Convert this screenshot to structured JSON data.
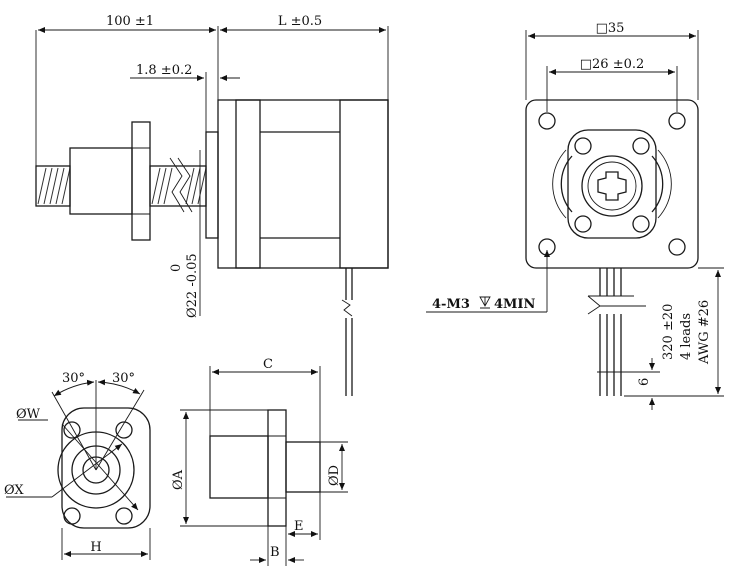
{
  "dims": {
    "shaft_length": "100 ±1",
    "body_length": "L ±0.5",
    "flange_step": "1.8 ±0.2",
    "pilot_dia_tol": "0",
    "pilot_dia": "Ø22 -0.05",
    "square_side": "□35",
    "hole_spacing": "□26 ±0.2",
    "mount_holes": "4-M3",
    "hole_depth": "4MIN",
    "lead_length": "320 ±20",
    "lead_count": "4 leads",
    "awg": "AWG #26",
    "strip_length": "6",
    "angle_left": "30°",
    "angle_right": "30°",
    "dia_w": "ØW",
    "dia_x": "ØX",
    "width_h": "H",
    "len_c": "C",
    "dia_a": "ØA",
    "dia_d": "ØD",
    "len_e": "E",
    "len_b": "B"
  }
}
